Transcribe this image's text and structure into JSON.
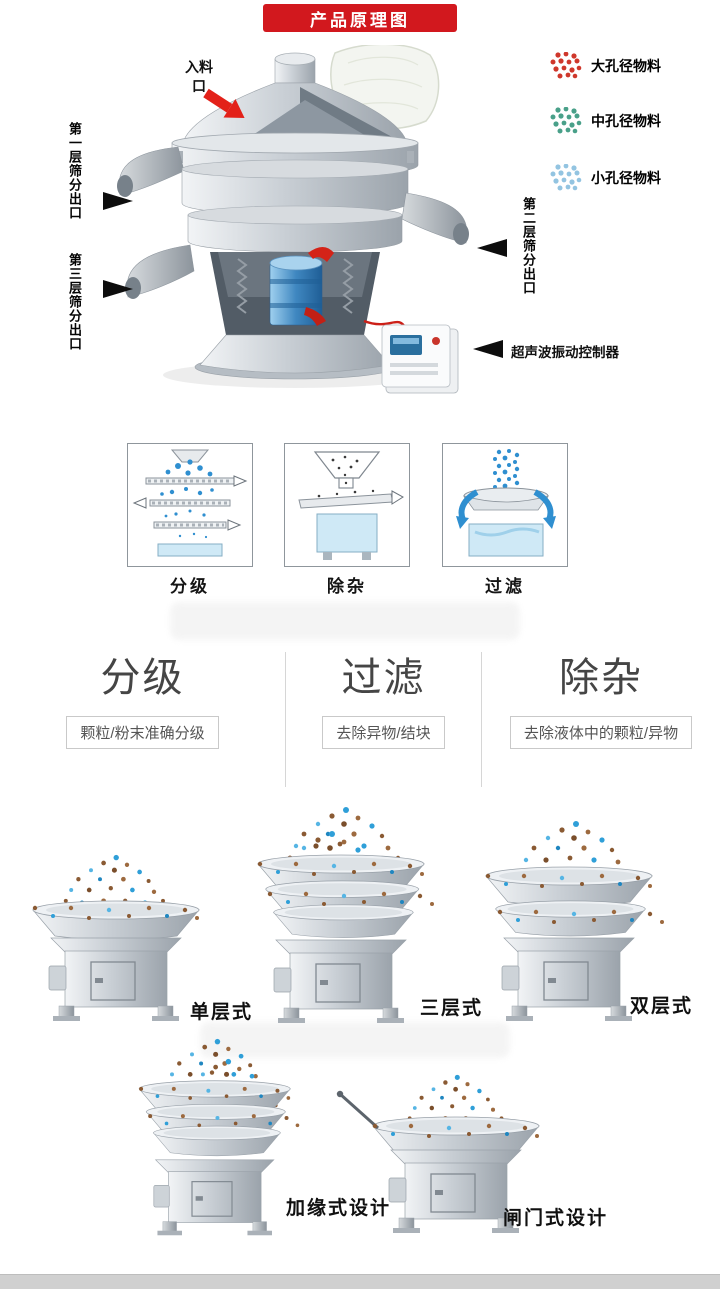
{
  "banner": {
    "title": "产品原理图",
    "color": "#d2181e"
  },
  "principle": {
    "feed_label": "入料口",
    "outlet_first": "第一层筛分出口",
    "outlet_second": "第二层筛分出口",
    "outlet_third": "第三层筛分出口",
    "controller_label": "超声波振动控制器",
    "legend": {
      "large": {
        "label": "大孔径物料",
        "color": "#cf372b"
      },
      "medium": {
        "label": "中孔径物料",
        "color": "#49a089"
      },
      "small": {
        "label": "小孔径物料",
        "color": "#93c4e1"
      }
    }
  },
  "functions": {
    "grading": "分级",
    "impurity_removal": "除杂",
    "filtration": "过滤"
  },
  "features": {
    "grading": {
      "title": "分级",
      "desc": "颗粒/粉末准确分级"
    },
    "filtration": {
      "title": "过滤",
      "desc": "去除异物/结块"
    },
    "impurity_removal": {
      "title": "除杂",
      "desc": "去除液体中的颗粒/异物"
    }
  },
  "variants": {
    "single_layer": "单层式",
    "three_layer": "三层式",
    "double_layer": "双层式",
    "edge_design": "加缘式设计",
    "gate_design": "闸门式设计"
  }
}
